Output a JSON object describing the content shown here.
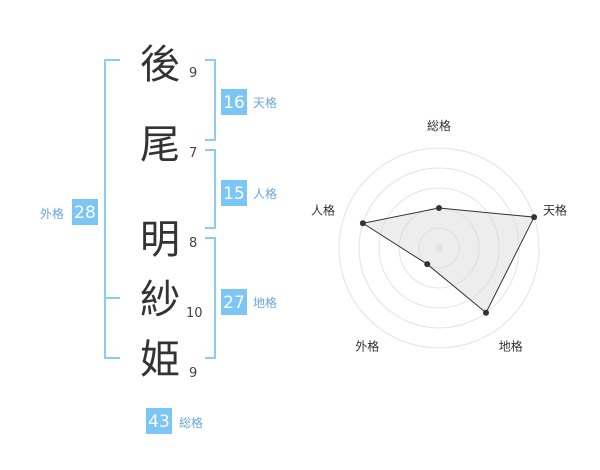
{
  "name_chars": [
    {
      "char": "後",
      "strokes": "9"
    },
    {
      "char": "尾",
      "strokes": "7"
    },
    {
      "char": "明",
      "strokes": "8"
    },
    {
      "char": "紗",
      "strokes": "10"
    },
    {
      "char": "姫",
      "strokes": "9"
    }
  ],
  "kaku": {
    "tenkaku": {
      "value": "16",
      "label": "天格"
    },
    "jinkaku": {
      "value": "15",
      "label": "人格"
    },
    "chikaku": {
      "value": "27",
      "label": "地格"
    },
    "gaikaku": {
      "value": "28",
      "label": "外格"
    },
    "soukaku": {
      "value": "43",
      "label": "総格"
    }
  },
  "accent_color": "#7cc6f5",
  "chart_data": {
    "type": "radar",
    "axes": [
      "総格",
      "天格",
      "地格",
      "外格",
      "人格"
    ],
    "max": 5,
    "values": [
      2,
      5,
      4,
      1,
      4
    ],
    "rings": 5,
    "grid": true
  }
}
